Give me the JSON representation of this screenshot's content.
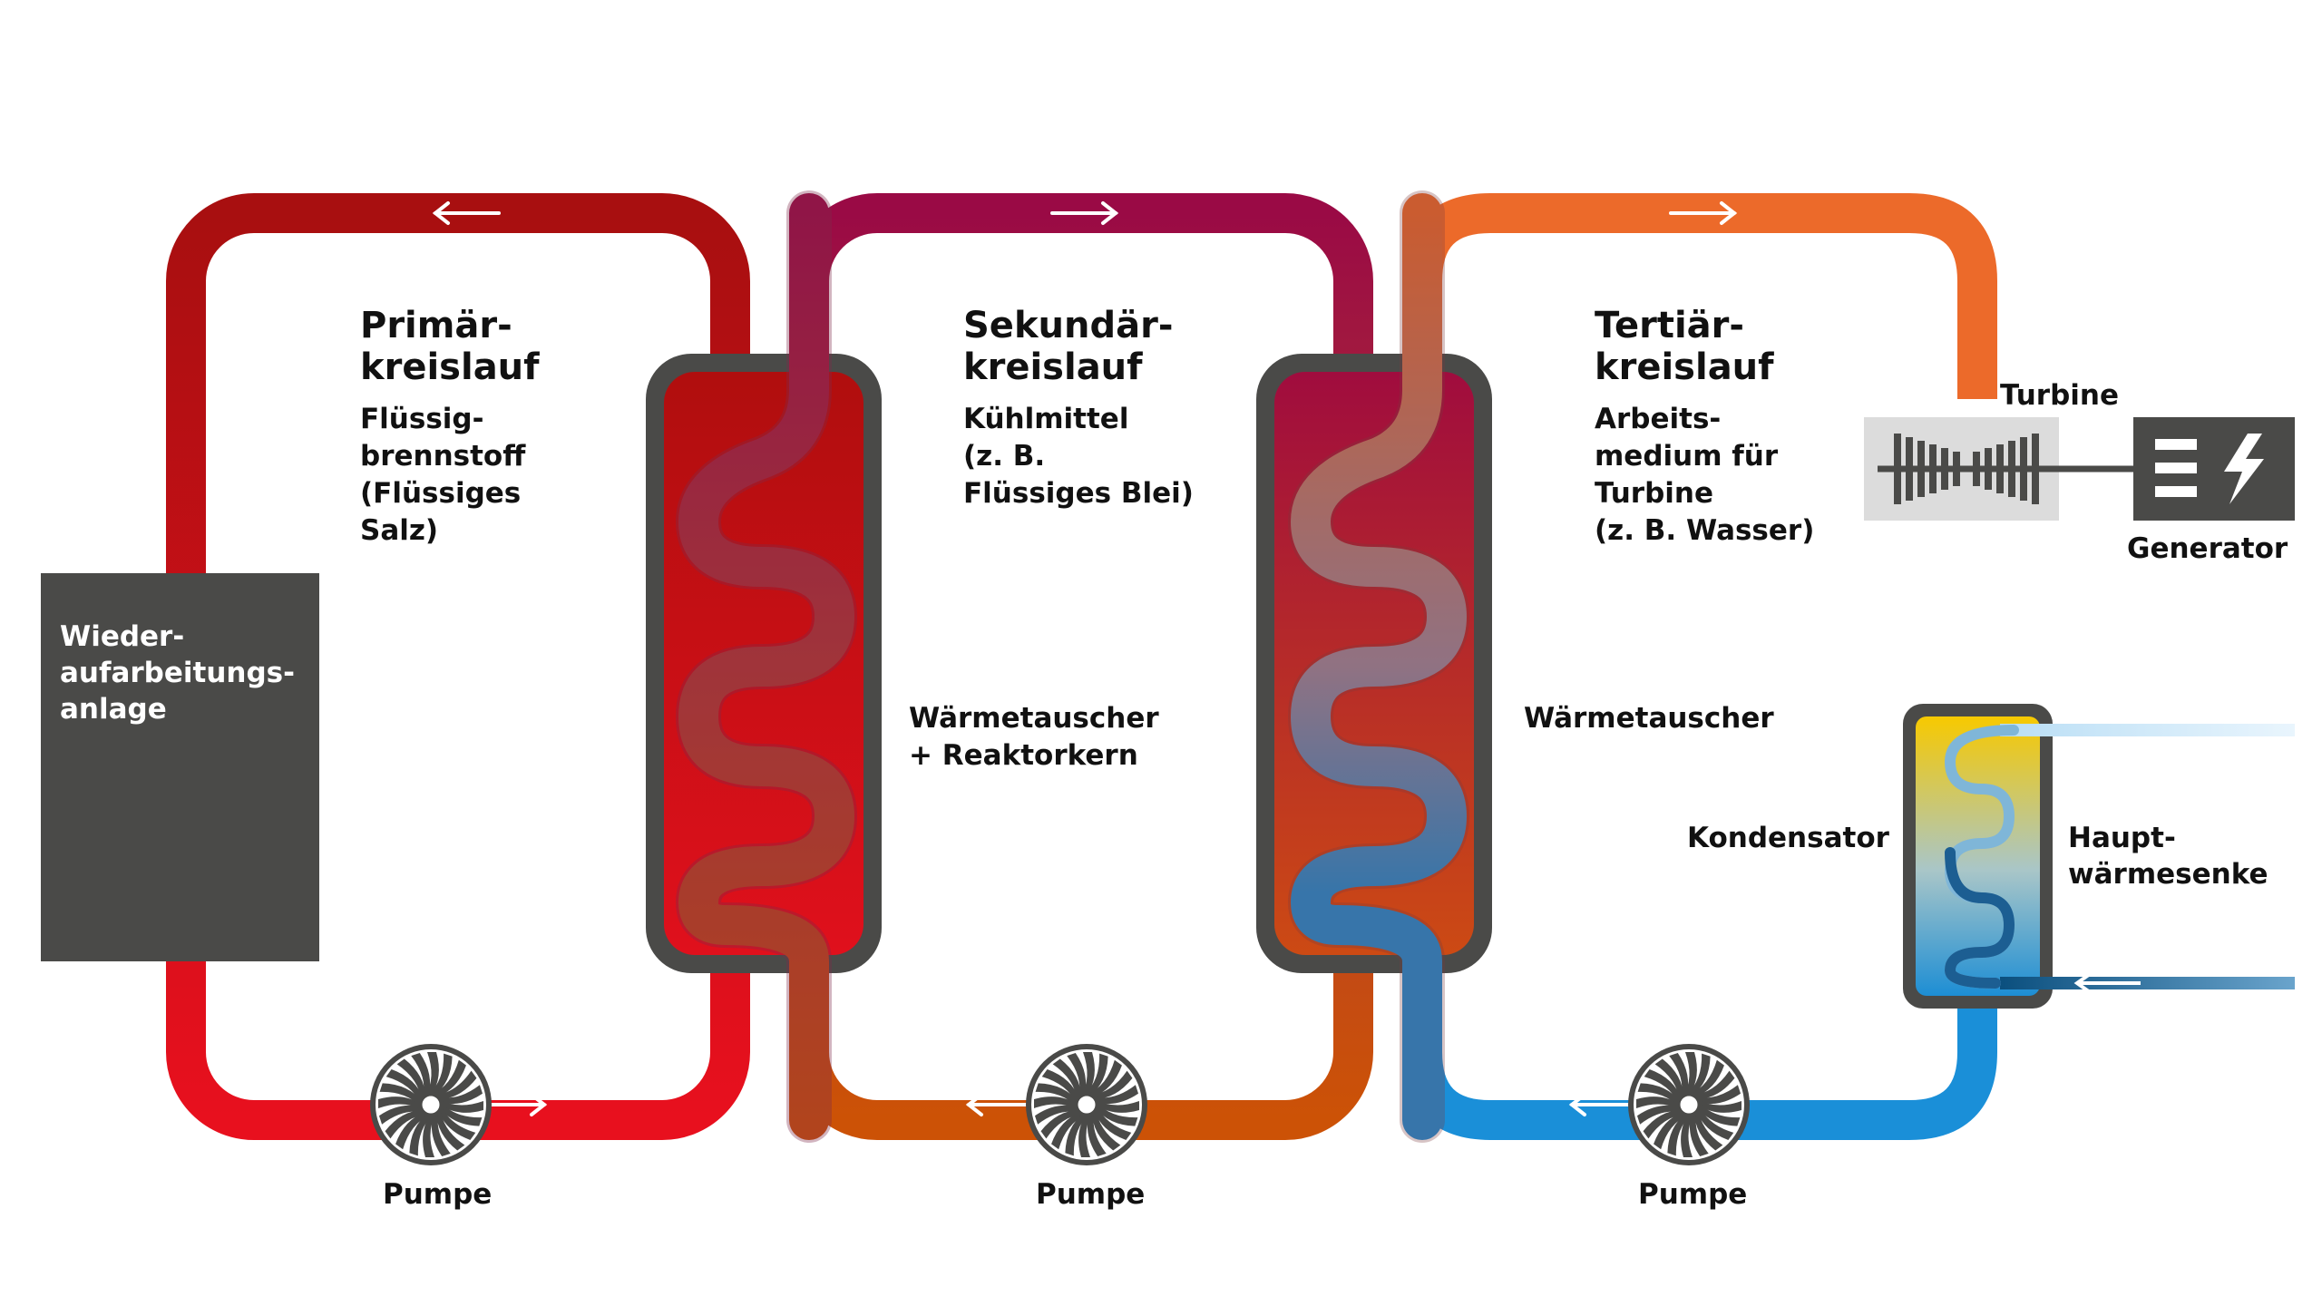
{
  "loops": {
    "primary": {
      "title": [
        "Primär-",
        "kreislauf"
      ],
      "desc": [
        "Flüssig-",
        "brennstoff",
        "(Flüssiges",
        "Salz)"
      ]
    },
    "secondary": {
      "title": [
        "Sekundär-",
        "kreislauf"
      ],
      "desc": [
        "Kühlmittel",
        "(z. B.",
        "Flüssiges Blei)"
      ]
    },
    "tertiary": {
      "title": [
        "Tertiär-",
        "kreislauf"
      ],
      "desc": [
        "Arbeits-",
        "medium für",
        "Turbine",
        "(z. B. Wasser)"
      ]
    }
  },
  "components": {
    "reprocessing": [
      "Wieder-",
      "aufarbeitungs-",
      "anlage"
    ],
    "exchanger_core": [
      "Wärmetauscher",
      "+ Reaktorkern"
    ],
    "exchanger": "Wärmetauscher",
    "turbine": "Turbine",
    "generator": "Generator",
    "condenser": "Kondensator",
    "heat_sink": [
      "Haupt-",
      "wärmesenke"
    ],
    "pump_1": "Pumpe",
    "pump_2": "Pumpe",
    "pump_3": "Pumpe"
  },
  "colors": {
    "primary_top": "#b01010",
    "primary_bottom": "#e8101e",
    "secondary_top": "#9a0a45",
    "secondary_bottom": "#c84b0a",
    "tertiary_top": "#ec6a2a",
    "tertiary_yellow": "#f5c400",
    "tertiary_blue": "#1a8fd8",
    "dark_gray": "#4a4a48",
    "light_gray": "#dcdcdc",
    "coolant_light": "#cce8f8",
    "coolant_dark": "#0b4f7e"
  }
}
